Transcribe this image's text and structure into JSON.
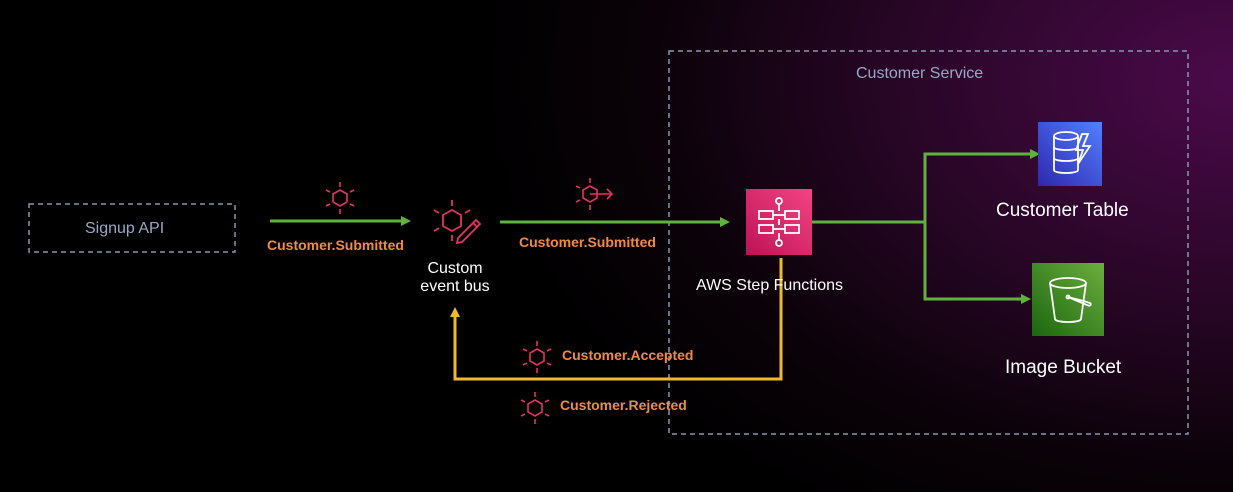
{
  "signup_api": {
    "label": "Signup API"
  },
  "customer_service": {
    "label": "Customer Service"
  },
  "event_bus": {
    "label_line1": "Custom",
    "label_line2": "event bus"
  },
  "step_functions": {
    "label": "AWS Step Functions"
  },
  "customer_table": {
    "label": "Customer Table"
  },
  "image_bucket": {
    "label": "Image Bucket"
  },
  "events": {
    "submitted_in": "Customer.Submitted",
    "submitted_out": "Customer.Submitted",
    "accepted": "Customer.Accepted",
    "rejected": "Customer.Rejected"
  },
  "colors": {
    "green_arrow": "#5db33d",
    "yellow_arrow": "#f2b82c",
    "event_pink": "#e7325f",
    "event_label": "#f28a44",
    "dashed_border": "#8a95ae",
    "step_functions_bg": "#e7157b",
    "dynamodb_bg": "#3f48cc",
    "s3_bg": "#3b9a2f"
  },
  "icons": {
    "event_icon": "event-hexagon-icon",
    "event_bus_icon": "eventbridge-custom-bus-icon",
    "rule_icon": "eventbridge-rule-icon",
    "step_functions_icon": "step-functions-icon",
    "dynamodb_icon": "dynamodb-icon",
    "s3_icon": "s3-bucket-icon"
  }
}
